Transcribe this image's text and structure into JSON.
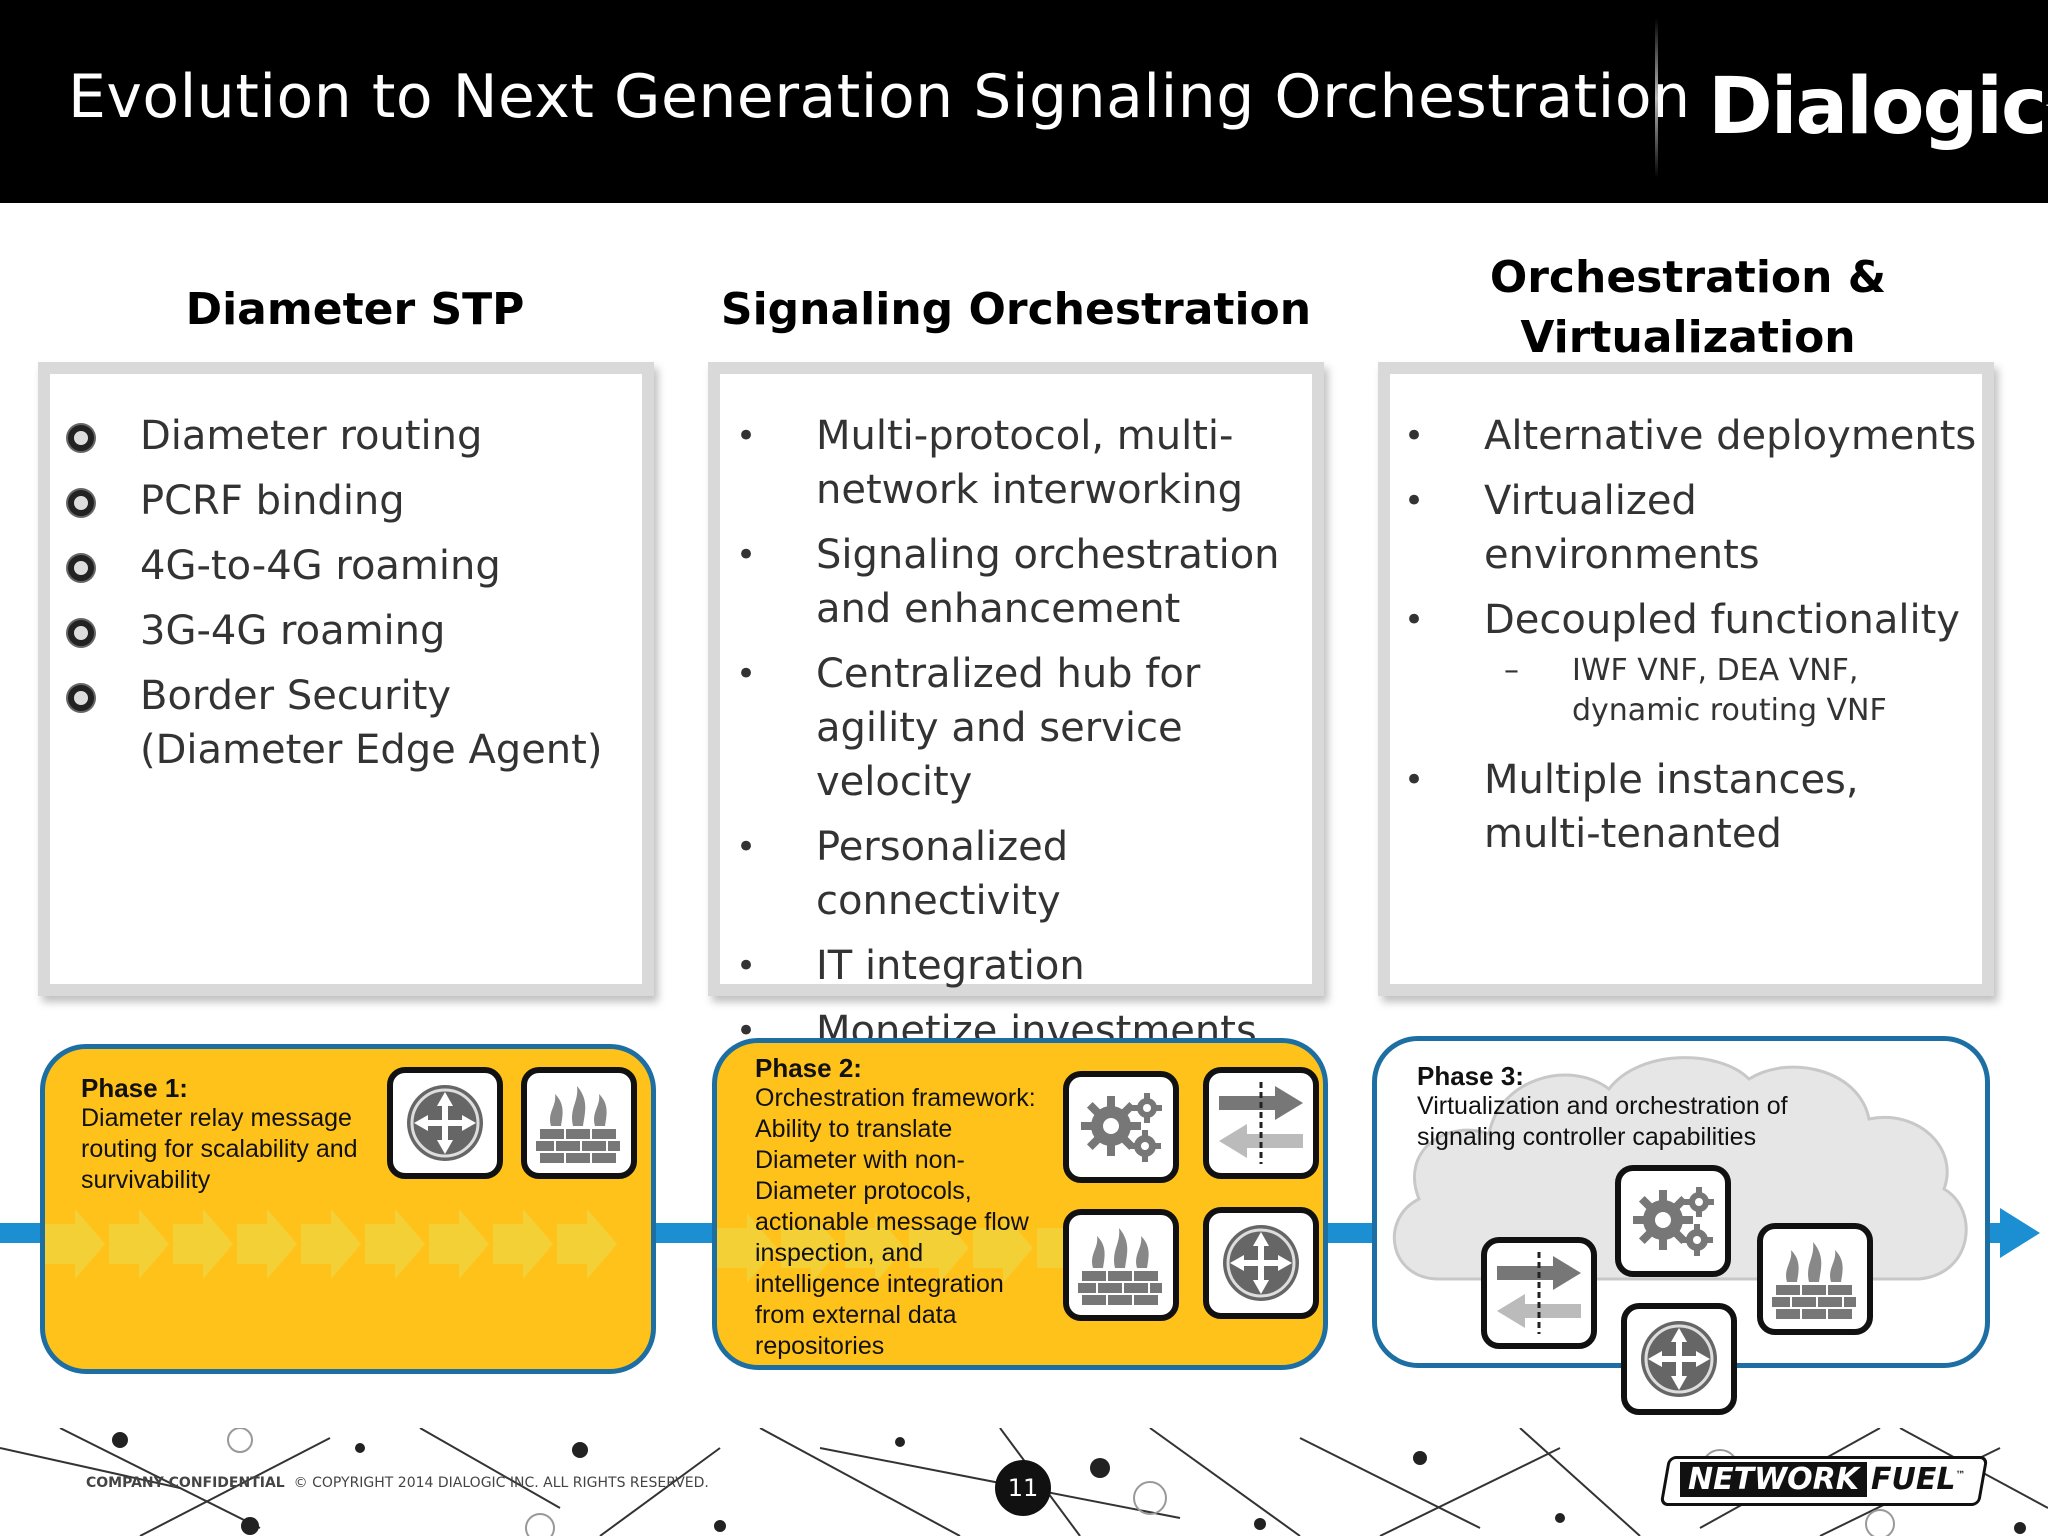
{
  "slide": {
    "title": "Evolution to Next Generation Signaling Orchestration",
    "logo_text": "Dialogic",
    "logo_mark": "."
  },
  "columns": [
    {
      "heading": "Diameter STP",
      "items": [
        "Diameter routing",
        "PCRF binding",
        "4G-to-4G roaming",
        "3G-4G roaming",
        "Border Security (Diameter Edge Agent)"
      ]
    },
    {
      "heading": "Signaling Orchestration",
      "items": [
        "Multi-protocol, multi-network interworking",
        "Signaling orchestration and enhancement",
        "Centralized hub for agility and service velocity",
        "Personalized connectivity",
        "IT integration",
        "Monetize investments"
      ]
    },
    {
      "heading": "Orchestration & Virtualization",
      "items": [
        "Alternative deployments",
        "Virtualized environments",
        "Decoupled functionality",
        "Multiple instances, multi-tenanted"
      ],
      "subitem": "IWF VNF, DEA VNF, dynamic routing VNF",
      "subitem_marker": "–"
    }
  ],
  "bullets": {
    "ring": "ring-bullet-icon",
    "dot": "•"
  },
  "phases": [
    {
      "title": "Phase 1:",
      "text": "Diameter relay message routing for scalability and survivability",
      "fill": "#ffc21a",
      "icons": [
        "router-icon",
        "firewall-icon"
      ]
    },
    {
      "title": "Phase 2:",
      "text": "Orchestration framework: Ability to translate Diameter with non-Diameter protocols, actionable message flow inspection, and intelligence integration from external data repositories",
      "fill": "#ffc21a",
      "icons": [
        "gears-icon",
        "arrows-exchange-icon",
        "firewall-icon",
        "router-icon"
      ]
    },
    {
      "title": "Phase 3:",
      "text": "Virtualization and orchestration of signaling controller capabilities",
      "fill": "#ffffff",
      "icons": [
        "gears-icon",
        "arrows-exchange-icon",
        "firewall-icon",
        "router-icon"
      ]
    }
  ],
  "colors": {
    "header": "#000000",
    "phase_border": "#1d6fa3",
    "phase_yellow": "#ffc21a",
    "flow_arrow": "#1b8fd1"
  },
  "footer": {
    "confidential": "COMPANY CONFIDENTIAL",
    "copyright": "© COPYRIGHT 2014 DIALOGIC INC.  ALL RIGHTS RESERVED.",
    "page_number": "11",
    "brand_part1": "NETWORK",
    "brand_part2": "FUEL",
    "brand_tm": "™"
  }
}
